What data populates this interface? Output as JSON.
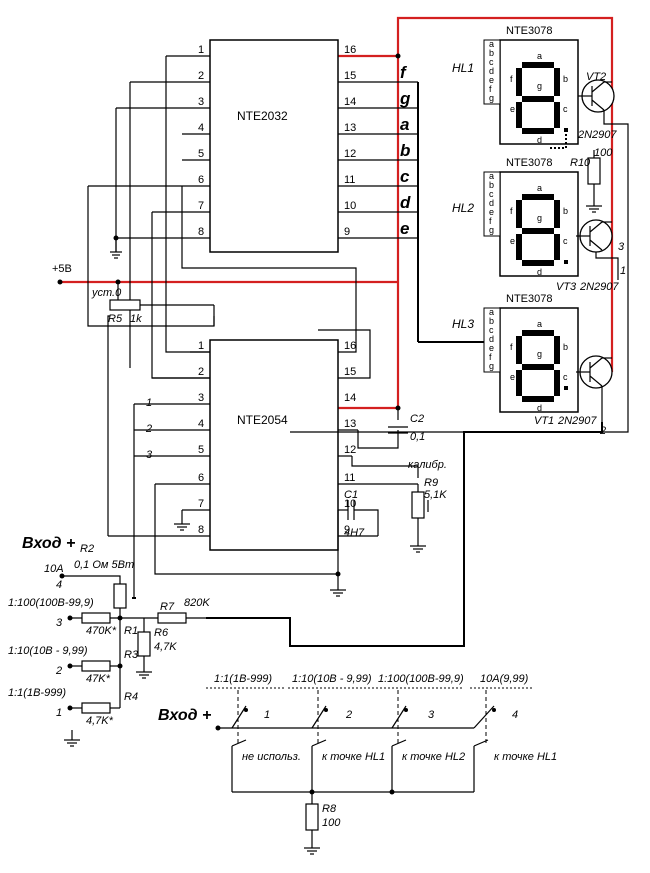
{
  "chips": {
    "u1": {
      "name": "NTE2032",
      "left_pins": [
        "1",
        "2",
        "3",
        "4",
        "5",
        "6",
        "7",
        "8"
      ],
      "right_pins": [
        "16",
        "15",
        "14",
        "13",
        "12",
        "11",
        "10",
        "9"
      ]
    },
    "u2": {
      "name": "NTE2054",
      "left_pins": [
        "1",
        "2",
        "3",
        "4",
        "5",
        "6",
        "7",
        "8"
      ],
      "right_pins": [
        "16",
        "15",
        "14",
        "13",
        "12",
        "11",
        "10",
        "9"
      ]
    }
  },
  "segment_outputs": [
    "f",
    "g",
    "a",
    "b",
    "c",
    "d",
    "e"
  ],
  "displays": [
    {
      "id": "HL1",
      "name": "NTE3078"
    },
    {
      "id": "HL2",
      "name": "NTE3078"
    },
    {
      "id": "HL3",
      "name": "NTE3078"
    }
  ],
  "display_pins": [
    "a",
    "b",
    "c",
    "d",
    "e",
    "f",
    "g"
  ],
  "display_segments": [
    "a",
    "b",
    "c",
    "d",
    "e",
    "f",
    "g"
  ],
  "transistors": {
    "vt1": {
      "id": "VT1",
      "type": "2N2907",
      "pin": "2"
    },
    "vt2": {
      "id": "VT2",
      "type": "2N2907"
    },
    "vt3": {
      "id": "VT3",
      "type": "2N2907",
      "pin_left": "3",
      "pin_right": "1"
    }
  },
  "components": {
    "r10": {
      "id": "R10",
      "value": "100"
    },
    "supply": "+5B",
    "r5": {
      "id": "R5",
      "value": "1k",
      "note": "уст.0"
    },
    "c2": {
      "id": "C2",
      "value": "0,1"
    },
    "calib": "калибр.",
    "r9": {
      "id": "R9",
      "value": "5,1K"
    },
    "c1": {
      "id": "C1",
      "value": "4Н7"
    },
    "r7": {
      "id": "R7",
      "value": "820K"
    },
    "r6": {
      "id": "R6",
      "value": "4,7K"
    },
    "r1": {
      "id": "R1",
      "value": "470K*"
    },
    "r3": {
      "id": "R3",
      "value": "47K*"
    },
    "r4": {
      "id": "R4",
      "value": "4,7K*"
    },
    "r2": {
      "id": "R2",
      "value": "0,1 Ом 5Вт"
    },
    "r8": {
      "id": "R8",
      "value": "100"
    }
  },
  "u2_inputs": [
    "1",
    "2",
    "3"
  ],
  "input_section": {
    "title": "Вход +",
    "range_10a": "10A",
    "range_10a_num": "4",
    "range_100": "1:100(100B-99,9)",
    "range_100_num": "3",
    "range_10": "1:10(10B - 9,99)",
    "range_10_num": "2",
    "range_1": "1:1(1B-999)",
    "range_1_num": "1"
  },
  "switch_section": {
    "title": "Вход +",
    "switches": [
      {
        "range": "1:1(1B-999)",
        "num": "1",
        "note": "не использ."
      },
      {
        "range": "1:10(10B - 9,99)",
        "num": "2",
        "note": "к точке HL1"
      },
      {
        "range": "1:100(100B-99,9)",
        "num": "3",
        "note": "к точке HL2"
      },
      {
        "range": "10A(9,99)",
        "num": "4",
        "note": "к точке HL1"
      }
    ]
  }
}
